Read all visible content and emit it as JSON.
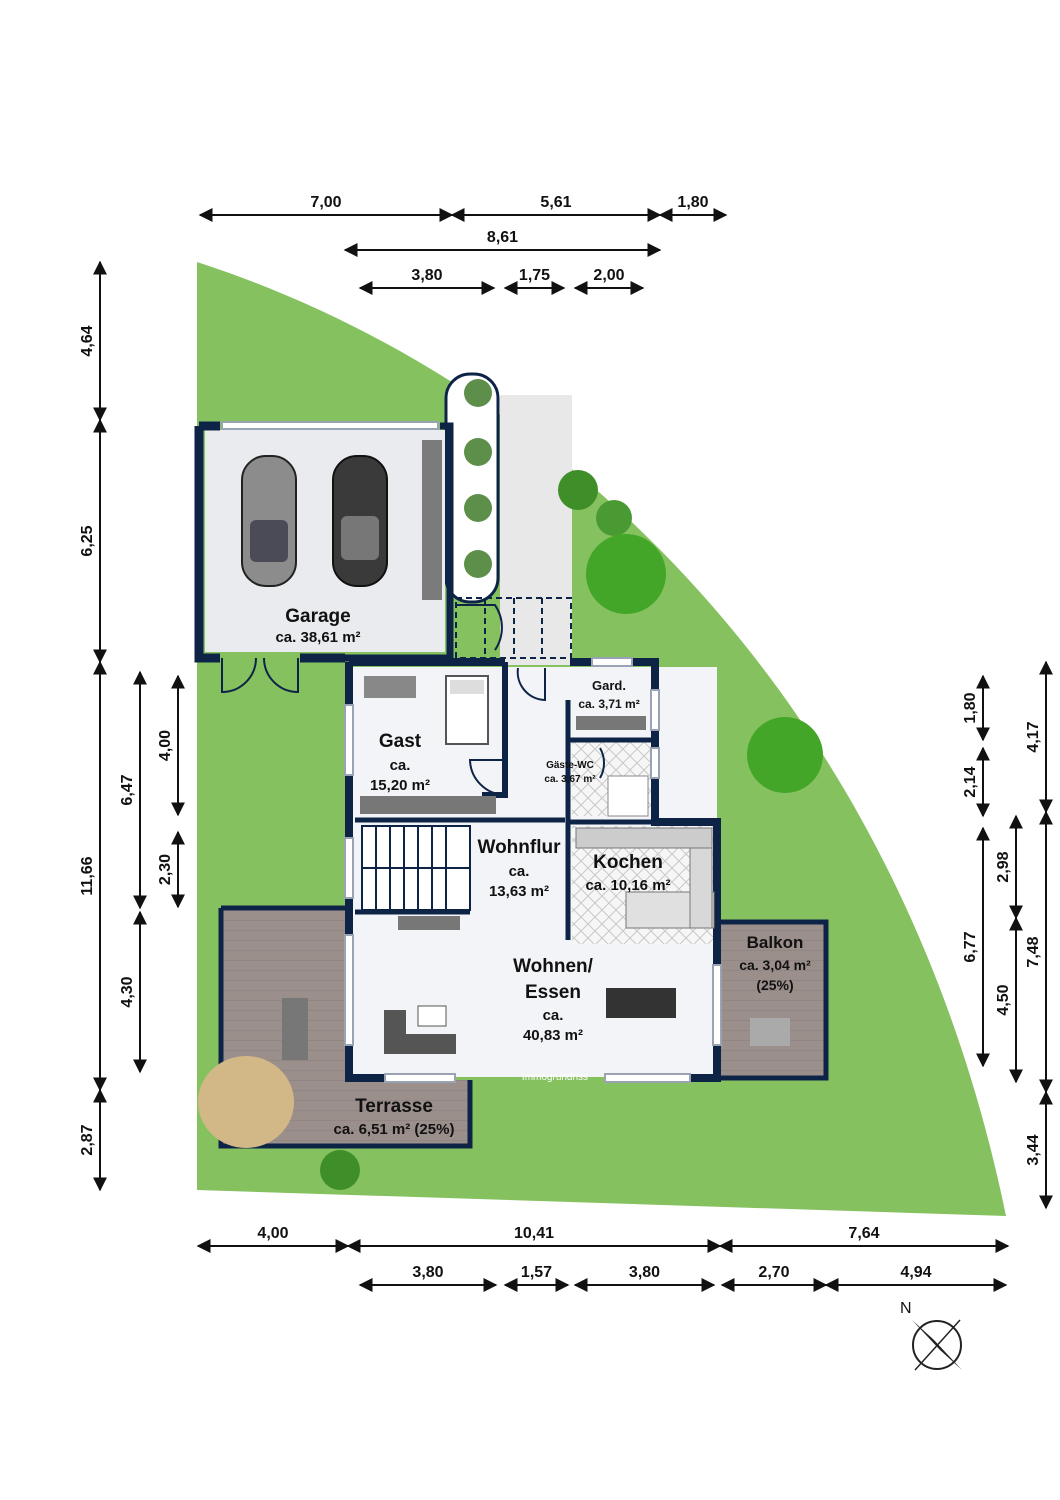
{
  "rooms": {
    "garage": {
      "name": "Garage",
      "area": "ca. 38,61 m²"
    },
    "gast": {
      "name": "Gast",
      "area_l1": "ca.",
      "area_l2": "15,20 m²"
    },
    "gard": {
      "name": "Gard.",
      "area": "ca. 3,71 m²"
    },
    "wc": {
      "name": "Gäste-WC",
      "area": "ca. 3,67 m²"
    },
    "wohnflur": {
      "name": "Wohnflur",
      "area_l1": "ca.",
      "area_l2": "13,63 m²"
    },
    "kochen": {
      "name": "Kochen",
      "area": "ca. 10,16 m²"
    },
    "wohnen": {
      "name_l1": "Wohnen/",
      "name_l2": "Essen",
      "area_l1": "ca.",
      "area_l2": "40,83 m²"
    },
    "balkon": {
      "name": "Balkon",
      "area_l1": "ca. 3,04 m²",
      "area_l2": "(25%)"
    },
    "terrasse": {
      "name": "Terrasse",
      "area": "ca. 6,51 m² (25%)"
    }
  },
  "dimensions": {
    "top_row1": [
      "7,00",
      "5,61",
      "1,80"
    ],
    "top_row2": [
      "8,61"
    ],
    "top_row3": [
      "3,80",
      "1,75",
      "2,00"
    ],
    "bottom_row1": [
      "4,00",
      "10,41",
      "7,64"
    ],
    "bottom_row2": [
      "3,80",
      "1,57",
      "3,80",
      "2,70",
      "4,94"
    ],
    "left_col1": [
      "4,64",
      "6,25",
      "11,66",
      "2,87"
    ],
    "left_col2": [
      "6,47",
      "4,30"
    ],
    "left_col3": [
      "4,00",
      "2,30"
    ],
    "right_col1": [
      "1,80",
      "2,14",
      "6,77"
    ],
    "right_col2": [
      "2,98",
      "4,50"
    ],
    "right_col3": [
      "4,17",
      "7,48",
      "3,44"
    ]
  },
  "watermark": "Immogrundriss",
  "north": "N",
  "colors": {
    "wall": "#0e2447",
    "lawn": "#86c160",
    "floor": "#f3f4f7",
    "deck": "#9b8f8c"
  }
}
